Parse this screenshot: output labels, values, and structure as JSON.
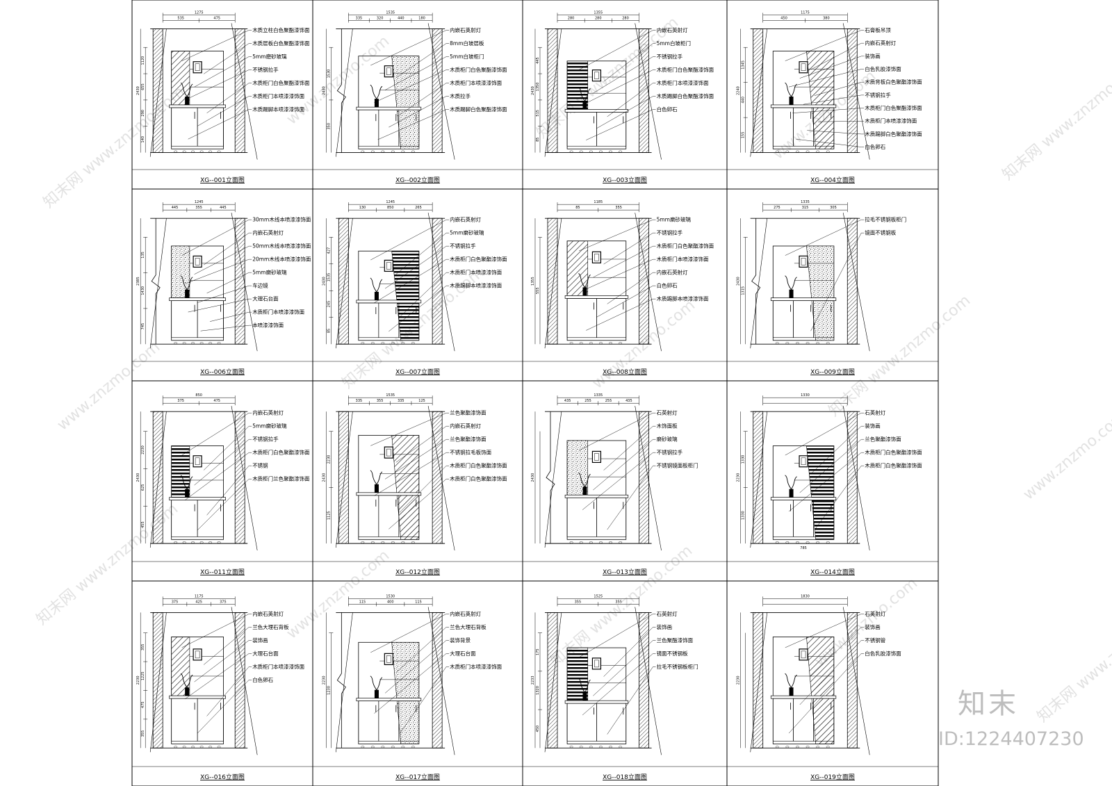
{
  "watermark": {
    "site": "www.znzmo.com",
    "mark": "知末网"
  },
  "brand": {
    "logo_text": "知末",
    "id_text": "ID:1224407230"
  },
  "panels": [
    {
      "caption": "XG--001立面图",
      "dims": [
        "1275",
        "535",
        "475"
      ],
      "vdims": [
        "2430",
        "1120",
        "655",
        "290",
        "140"
      ],
      "labels": [
        "木质立柱白色聚酯漆饰面",
        "木质层板白色聚酯漆饰面",
        "5mm磨砂玻璃",
        "不锈钢拉手",
        "木质柜门白色聚酯漆饰面",
        "木质柜门本喷漆漆饰面",
        "木质踢脚本喷漆漆饰面"
      ]
    },
    {
      "caption": "XG--002立面图",
      "dims": [
        "1535",
        "335",
        "320",
        "440",
        "180"
      ],
      "vdims": [
        "2430",
        "1530",
        "350"
      ],
      "labels": [
        "内嵌石英射灯",
        "8mm白玻层板",
        "5mm白玻柜门",
        "木质柜门白色聚酯漆饰面",
        "木质柜门本喷漆漆饰面",
        "木质拉手",
        "木质踢脚白色聚酯漆饰面"
      ]
    },
    {
      "caption": "XG--003立面图",
      "dims": [
        "1355",
        "280",
        "280",
        "280"
      ],
      "vdims": [
        "2430",
        "445",
        "1350",
        "515",
        "85"
      ],
      "labels": [
        "内嵌石英射灯",
        "5mm白玻柜门",
        "不锈钢拉手",
        "木质柜门白色聚酯漆饰面",
        "木质柜门本喷漆漆饰面",
        "木质踢脚白色聚酯漆饰面",
        "白色卵石"
      ]
    },
    {
      "caption": "XG--004立面图",
      "dims": [
        "1175",
        "450",
        "380"
      ],
      "vdims": [
        "2240",
        "1345",
        "440",
        "155"
      ],
      "labels": [
        "石膏板吊顶",
        "内嵌石英射灯",
        "装饰画",
        "白色乳胶漆饰面",
        "木质背板白色聚酯漆饰面",
        "不锈钢拉手",
        "木质柜门白色聚酯漆饰面",
        "木质柜门本喷漆漆饰面",
        "木质踢脚白色聚酯漆饰面",
        "白色卵石"
      ]
    },
    {
      "caption": "XG--006立面图",
      "dims": [
        "1245",
        "445",
        "355",
        "445"
      ],
      "vdims": [
        "2385",
        "135",
        "1430",
        "745"
      ],
      "labels": [
        "30mm木线本喷漆漆饰面",
        "内嵌石英射灯",
        "50mm木线本喷漆漆饰面",
        "20mm木线本喷漆漆饰面",
        "5mm磨砂玻璃",
        "车边镜",
        "大理石台面",
        "木质柜门本喷漆漆饰面",
        "本喷漆漆饰面"
      ]
    },
    {
      "caption": "XG--007立面图",
      "dims": [
        "1245",
        "130",
        "850",
        "265"
      ],
      "vdims": [
        "2430",
        "427",
        "1535",
        "245",
        "85"
      ],
      "labels": [
        "内嵌石英射灯",
        "5mm磨砂玻璃",
        "不锈钢拉手",
        "木质柜门白色聚酯漆饰面",
        "木质柜门本喷漆漆饰面",
        "木质踢脚本喷漆漆饰面"
      ]
    },
    {
      "caption": "XG--008立面图",
      "dims": [
        "1185",
        "85",
        "355"
      ],
      "vdims": [
        "1355",
        "555"
      ],
      "labels": [
        "5mm磨砂玻璃",
        "不锈钢拉手",
        "木质柜门白色聚酯漆饰面",
        "木质柜门本喷漆漆饰面",
        "内嵌石英射灯",
        "白色卵石",
        "木质踢脚本喷漆漆饰面"
      ]
    },
    {
      "caption": "XG--009立面图",
      "dims": [
        "1335",
        "275",
        "315",
        "305"
      ],
      "vdims": [
        "2430",
        "1315"
      ],
      "labels": [
        "拉毛不锈钢板柜门",
        "镜面不锈钢板"
      ]
    },
    {
      "caption": "XG--011立面图",
      "dims": [
        "850",
        "375",
        "475"
      ],
      "vdims": [
        "2430",
        "2230",
        "625",
        "455"
      ],
      "labels": [
        "内嵌石英射灯",
        "5mm磨砂玻璃",
        "不锈钢拉手",
        "木质柜门白色聚酯漆饰面",
        "不锈钢",
        "木质柜门兰色聚酯漆饰面"
      ]
    },
    {
      "caption": "XG--012立面图",
      "dims": [
        "1535",
        "335",
        "355",
        "335",
        "125"
      ],
      "vdims": [
        "2430",
        "2230",
        "1125"
      ],
      "labels": [
        "兰色聚酯漆饰面",
        "内嵌石英射灯",
        "兰色聚酯漆饰面",
        "不锈钢拉毛板饰面",
        "木质柜门白色聚酯漆饰面",
        "木质柜门白色聚酯漆饰面"
      ]
    },
    {
      "caption": "XG--013立面图",
      "dims": [
        "1335",
        "435",
        "255",
        "255",
        "435"
      ],
      "vdims": [
        "2430"
      ],
      "labels": [
        "石英射灯",
        "木饰面板",
        "磨砂玻璃",
        "不锈钢拉手",
        "不锈钢镜面板柜门"
      ]
    },
    {
      "caption": "XG--014立面图",
      "dims": [
        "1330"
      ],
      "vdims": [
        "2230",
        "1330",
        "1330"
      ],
      "hdims": [
        "785"
      ],
      "labels": [
        "石英射灯",
        "装饰画",
        "兰色聚酯漆饰面",
        "木质柜门白色聚酯漆饰面",
        "木质柜门白色聚酯漆饰面"
      ]
    },
    {
      "caption": "XG--016立面图",
      "dims": [
        "1175",
        "375",
        "425",
        "375"
      ],
      "vdims": [
        "2230",
        "355",
        "1225",
        "475",
        "355"
      ],
      "labels": [
        "内嵌石英射灯",
        "兰色大理石背板",
        "装饰画",
        "大理石台面",
        "木质柜门本喷漆漆饰面",
        "白色卵石"
      ]
    },
    {
      "caption": "XG--017立面图",
      "dims": [
        "1530",
        "115",
        "400",
        "115"
      ],
      "vdims": [
        "2230",
        "1230"
      ],
      "labels": [
        "内嵌石英射灯",
        "兰色大理石背板",
        "装饰背景",
        "大理石台面",
        "木质柜门本喷漆漆饰面"
      ]
    },
    {
      "caption": "XG--018立面图",
      "dims": [
        "1525",
        "355",
        "355"
      ],
      "vdims": [
        "2233",
        "175",
        "1320",
        "450"
      ],
      "labels": [
        "石英射灯",
        "装饰画",
        "兰色聚酯漆饰面",
        "镜面不锈钢板",
        "拉毛不锈钢板柜门"
      ]
    },
    {
      "caption": "XG--019立面图",
      "dims": [
        "1830"
      ],
      "vdims": [
        "2230"
      ],
      "labels": [
        "石英射灯",
        "装饰画",
        "不锈钢管",
        "白色乳胶漆饰面"
      ]
    }
  ]
}
